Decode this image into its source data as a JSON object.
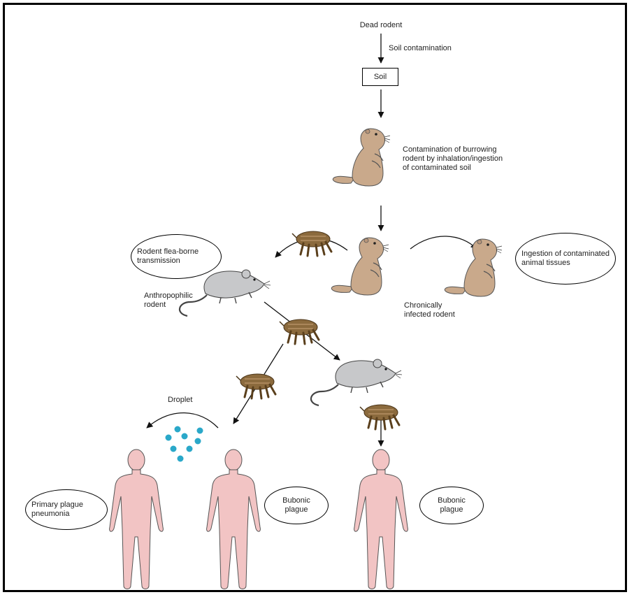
{
  "diagram": {
    "labels": {
      "dead_rodent": "Dead rodent",
      "soil_contamination": "Soil contamination",
      "soil": "Soil",
      "burrowing_contamination": "Contamination of burrowing rodent by inhalation/ingestion of contaminated soil",
      "rodent_flea_borne": "Rodent flea-borne transmission",
      "anthropophilic_rodent": "Anthropophilic rodent",
      "chronically_infected": "Chronically infected rodent",
      "ingestion_tissues": "Ingestion of contaminated animal tissues",
      "droplet": "Droplet",
      "primary_pneumonia": "Primary plague pneumonia",
      "bubonic_1": "Bubonic plague",
      "bubonic_2": "Bubonic plague"
    },
    "colors": {
      "rodent": "#c9a98b",
      "rat": "#c7c8ca",
      "flea": "#8b6a3d",
      "human": "#f2c4c4",
      "droplet": "#2aa8c9",
      "line": "#111111"
    },
    "icons": [
      "prairie-dog-icon",
      "rat-icon",
      "flea-icon",
      "human-icon",
      "droplet-icon"
    ]
  }
}
